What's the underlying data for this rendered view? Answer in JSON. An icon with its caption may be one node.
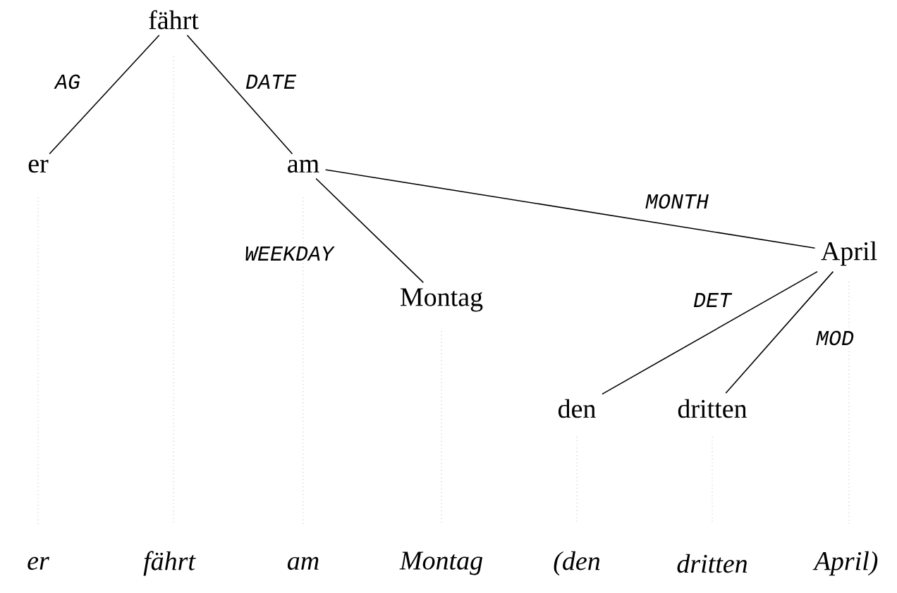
{
  "diagram": {
    "nodes": [
      {
        "text": [
          "fährt"
        ]
      },
      {
        "text": [
          "er"
        ]
      },
      {
        "text": [
          "am"
        ]
      },
      {
        "text": [
          "Montag"
        ]
      },
      {
        "text": [
          "April"
        ]
      },
      {
        "text": [
          "den"
        ]
      },
      {
        "text": [
          "dritten"
        ]
      }
    ],
    "edges": [
      {
        "from": 0,
        "to": 1,
        "arrow": "none",
        "label": "AG"
      },
      {
        "from": 0,
        "to": 2,
        "arrow": "none",
        "label": "DATE"
      },
      {
        "from": 2,
        "to": 3,
        "arrow": "none",
        "label": "WEEKDAY"
      },
      {
        "from": 2,
        "to": 4,
        "arrow": "none",
        "label": "MONTH"
      },
      {
        "from": 4,
        "to": 5,
        "arrow": "none",
        "label": "DET"
      },
      {
        "from": 4,
        "to": 6,
        "arrow": "none",
        "label": "MOD"
      }
    ],
    "labels": [
      "er",
      "fährt",
      "am",
      "Montag",
      "(den",
      "dritten",
      "April)"
    ]
  }
}
